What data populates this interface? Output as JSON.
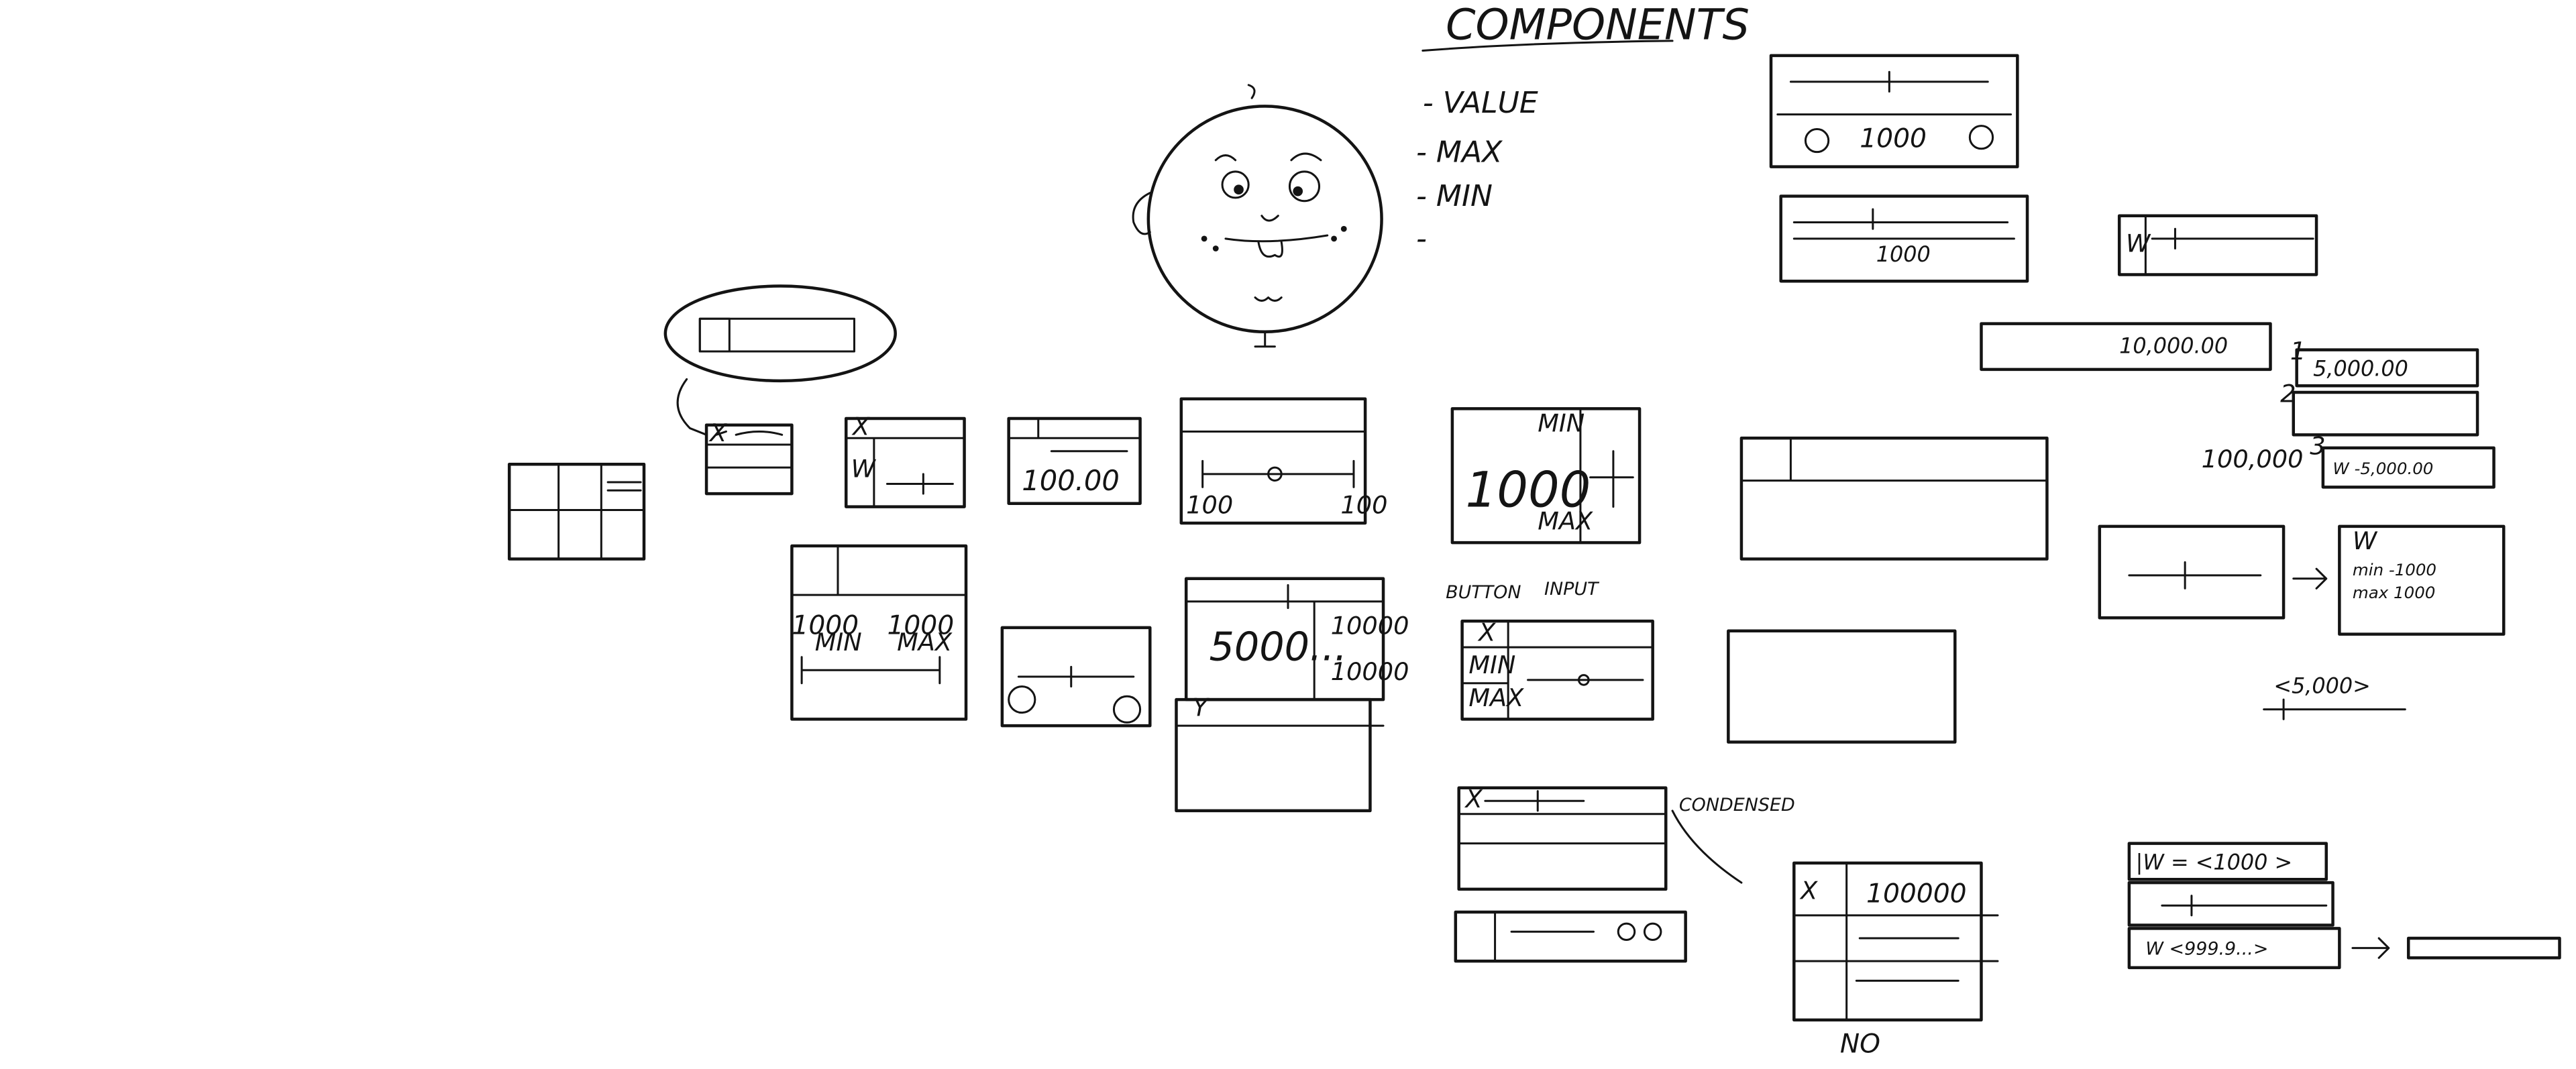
{
  "title": "COMPONENTS",
  "component_list": [
    "- VALUE",
    "- MAX",
    "- MIN",
    "-"
  ],
  "labels": {
    "condensed": "CONDENSED",
    "no": "NO",
    "button": "BUTTON",
    "input": "INPUT",
    "x_mark": "X",
    "w_mark": "W",
    "y_mark": "Y"
  },
  "values": {
    "v1000": "1000",
    "v100_00": "100.00",
    "v100": "100",
    "v5000": "5000...",
    "v10000": "10000",
    "min": "MIN",
    "max": "MAX",
    "min_small": "MIN",
    "max_small": "MAX",
    "v10000_00": "10,000.00",
    "v5000_00": "5,000.00",
    "v100000": "100,000",
    "w_neg5000": "W -5,000.00",
    "min_1000": "min -1000",
    "max_1000": "max 1000",
    "v5000_bracket": "<5,000>",
    "w_eq_1000": "|W = <1000 >",
    "w_999": "W <999.9...>",
    "big_1000": "1000",
    "big_100000": "100000",
    "digits_10000": "100000",
    "n1": "1",
    "n2": "2",
    "n3": "3"
  }
}
